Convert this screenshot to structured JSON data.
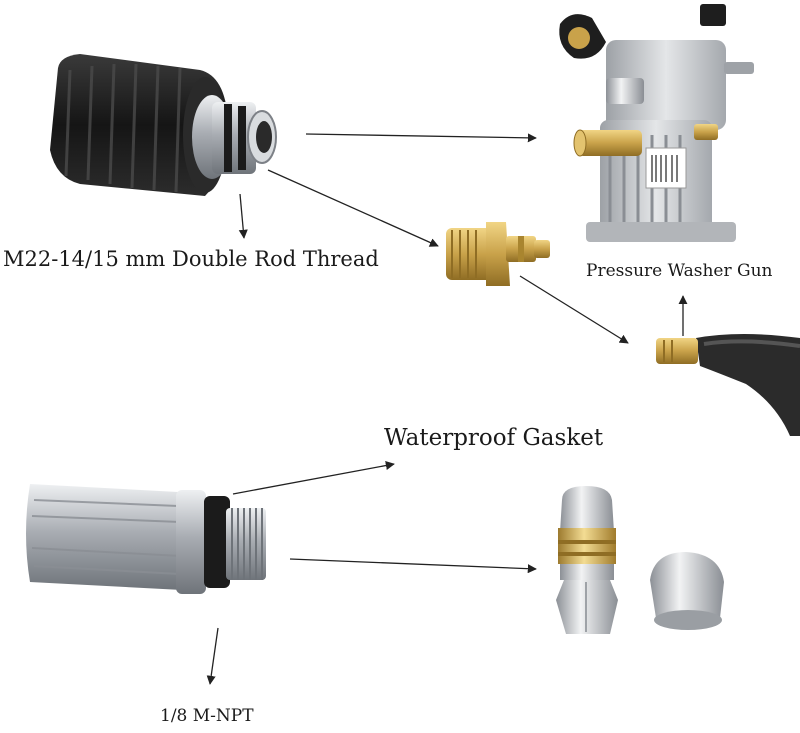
{
  "labels": {
    "thread": "M22-14/15 mm Double Rod Thread",
    "gun": "Pressure Washer Gun",
    "gasket": "Waterproof Gasket",
    "npt": "1/8 M-NPT"
  },
  "colors": {
    "background": "#ffffff",
    "rubber": "#1e1e1e",
    "steel": "#b9bcc1",
    "brass": "#c9a24a",
    "pump_body": "#c7cacd",
    "arrow": "#222222"
  }
}
